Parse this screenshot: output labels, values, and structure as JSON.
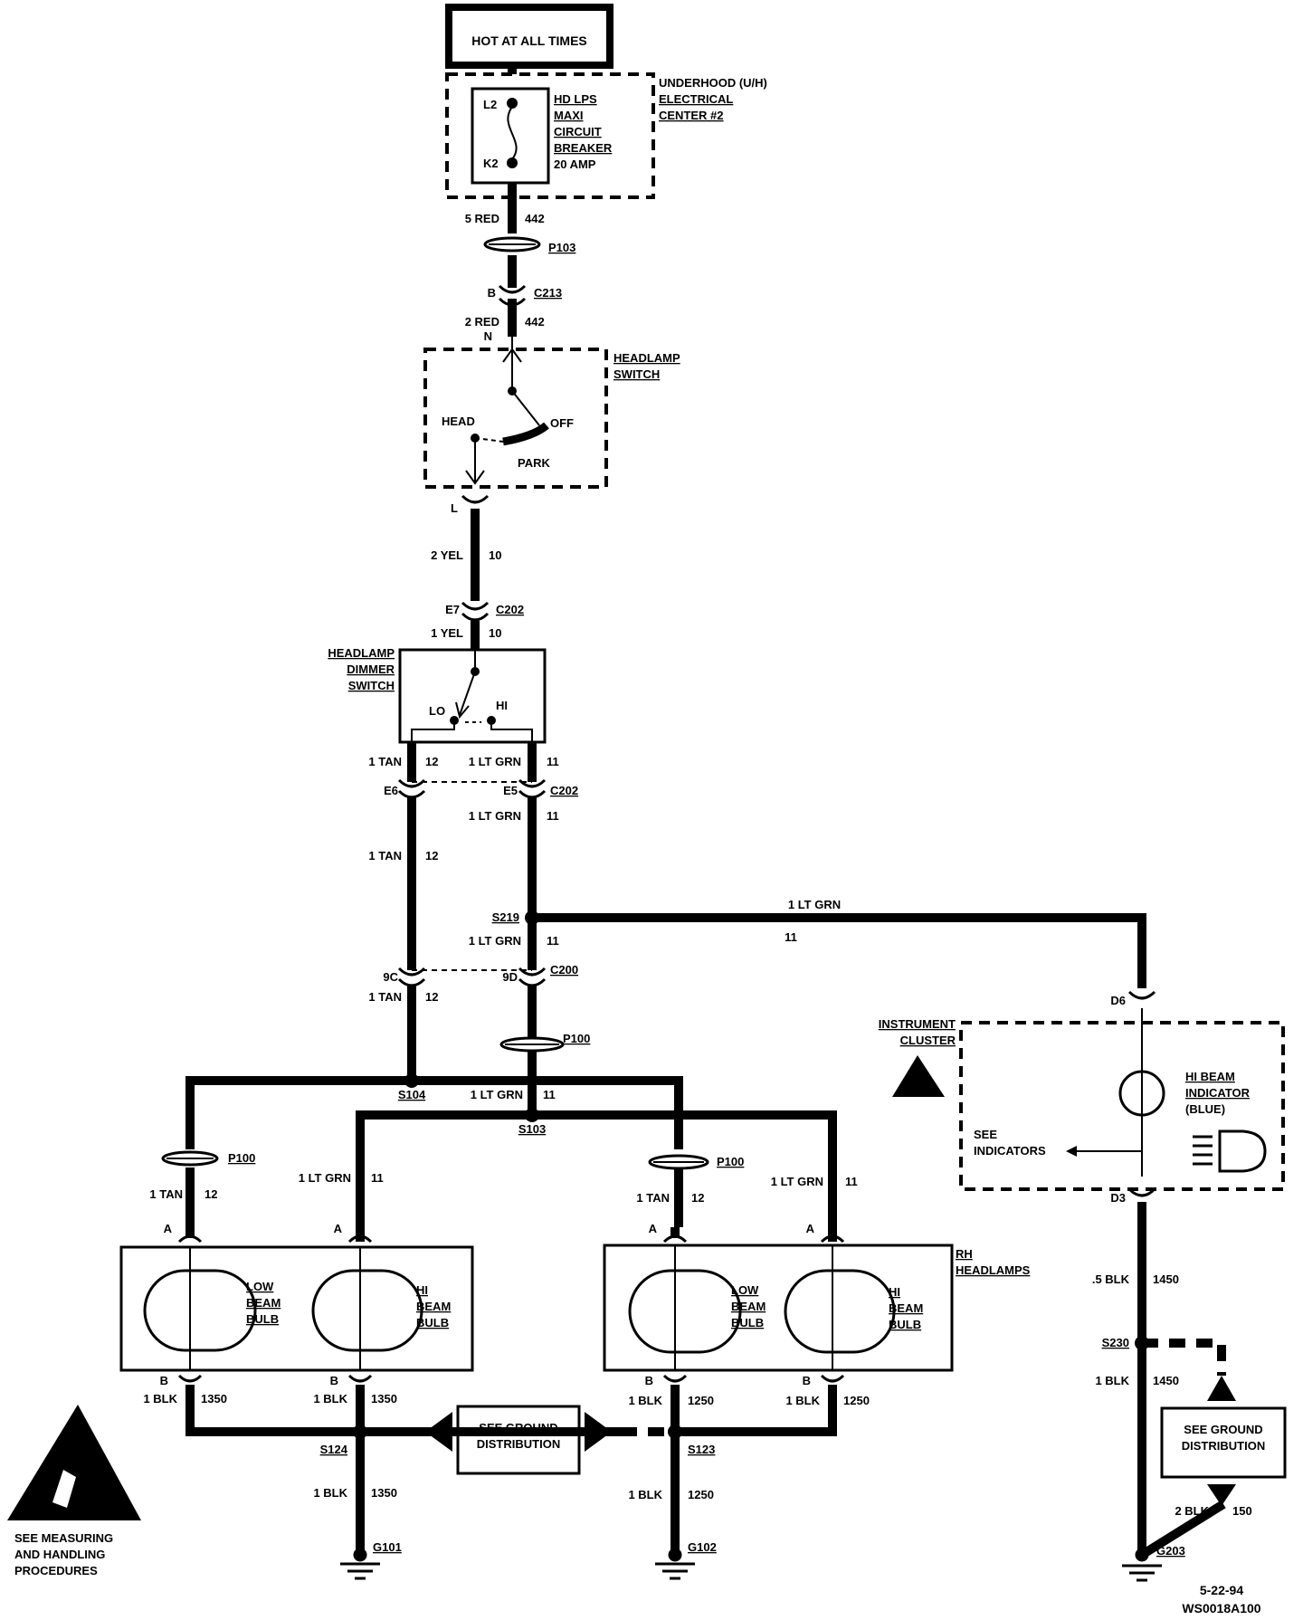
{
  "header": {
    "power_label": "HOT AT ALL TIMES"
  },
  "underhood": {
    "center_title": [
      "UNDERHOOD (U/H)",
      "ELECTRICAL",
      "CENTER #2"
    ],
    "breaker_label": [
      "HD LPS",
      "MAXI",
      "CIRCUIT",
      "BREAKER",
      "20 AMP"
    ],
    "pin_top": "L2",
    "pin_bottom": "K2"
  },
  "headlamp_switch": {
    "title": [
      "HEADLAMP",
      "SWITCH"
    ],
    "pos_head": "HEAD",
    "pos_off": "OFF",
    "pos_park": "PARK"
  },
  "dimmer_switch": {
    "title": [
      "HEADLAMP",
      "DIMMER",
      "SWITCH"
    ],
    "pos_lo": "LO",
    "pos_hi": "HI"
  },
  "instrument_cluster": {
    "title": [
      "INSTRUMENT",
      "CLUSTER"
    ],
    "indicator": [
      "HI BEAM",
      "INDICATOR",
      "(BLUE)"
    ],
    "see": [
      "SEE",
      "INDICATORS"
    ]
  },
  "lamps": {
    "low": [
      "LOW",
      "BEAM",
      "BULB"
    ],
    "hi": [
      "HI",
      "BEAM",
      "BULB"
    ],
    "rh_title": [
      "RH",
      "HEADLAMPS"
    ]
  },
  "ground_box": [
    "SEE GROUND",
    "DISTRIBUTION"
  ],
  "esd_note": [
    "SEE MEASURING",
    "AND HANDLING",
    "PROCEDURES"
  ],
  "footer": {
    "date": "5-22-94",
    "code": "WS0018A100"
  },
  "labels": [
    {
      "id": "w1a",
      "text": "5 RED"
    },
    {
      "id": "w1b",
      "text": "442"
    },
    {
      "id": "p103",
      "text": "P103"
    },
    {
      "id": "c213b",
      "text": "B"
    },
    {
      "id": "c213",
      "text": "C213"
    },
    {
      "id": "w2a",
      "text": "2 RED"
    },
    {
      "id": "w2b",
      "text": "442"
    },
    {
      "id": "pinN",
      "text": "N"
    },
    {
      "id": "pinL",
      "text": "L"
    },
    {
      "id": "w3a",
      "text": "2 YEL"
    },
    {
      "id": "w3b",
      "text": "10"
    },
    {
      "id": "e7",
      "text": "E7"
    },
    {
      "id": "c202a",
      "text": "C202"
    },
    {
      "id": "w4a",
      "text": "1 YEL"
    },
    {
      "id": "w4b",
      "text": "10"
    },
    {
      "id": "w5a",
      "text": "1 TAN"
    },
    {
      "id": "w5b",
      "text": "12"
    },
    {
      "id": "w6a",
      "text": "1 LT GRN"
    },
    {
      "id": "w6b",
      "text": "11"
    },
    {
      "id": "e6",
      "text": "E6"
    },
    {
      "id": "e5",
      "text": "E5"
    },
    {
      "id": "c202b",
      "text": "C202"
    },
    {
      "id": "w7a",
      "text": "1 LT GRN"
    },
    {
      "id": "w7b",
      "text": "11"
    },
    {
      "id": "w8a",
      "text": "1 TAN"
    },
    {
      "id": "w8b",
      "text": "12"
    },
    {
      "id": "s219",
      "text": "S219"
    },
    {
      "id": "w9a",
      "text": "1 LT GRN"
    },
    {
      "id": "w9b",
      "text": "11"
    },
    {
      "id": "w10a",
      "text": "1 LT GRN"
    },
    {
      "id": "w10b",
      "text": "11"
    },
    {
      "id": "c9c",
      "text": "9C"
    },
    {
      "id": "c9d",
      "text": "9D"
    },
    {
      "id": "c200",
      "text": "C200"
    },
    {
      "id": "w11a",
      "text": "1 TAN"
    },
    {
      "id": "w11b",
      "text": "12"
    },
    {
      "id": "d6",
      "text": "D6"
    },
    {
      "id": "p100a",
      "text": "P100"
    },
    {
      "id": "s104",
      "text": "S104"
    },
    {
      "id": "w12a",
      "text": "1 LT GRN"
    },
    {
      "id": "w12b",
      "text": "11"
    },
    {
      "id": "s103",
      "text": "S103"
    },
    {
      "id": "p100b",
      "text": "P100"
    },
    {
      "id": "w13a",
      "text": "1 TAN"
    },
    {
      "id": "w13b",
      "text": "12"
    },
    {
      "id": "w14a",
      "text": "1 LT GRN"
    },
    {
      "id": "w14b",
      "text": "11"
    },
    {
      "id": "p100c",
      "text": "P100"
    },
    {
      "id": "w15a",
      "text": "1 TAN"
    },
    {
      "id": "w15b",
      "text": "12"
    },
    {
      "id": "w16a",
      "text": "1 LT GRN"
    },
    {
      "id": "w16b",
      "text": "11"
    },
    {
      "id": "d3",
      "text": "D3"
    },
    {
      "id": "pa1",
      "text": "A"
    },
    {
      "id": "pa2",
      "text": "A"
    },
    {
      "id": "pa3",
      "text": "A"
    },
    {
      "id": "pa4",
      "text": "A"
    },
    {
      "id": "pb1",
      "text": "B"
    },
    {
      "id": "pb2",
      "text": "B"
    },
    {
      "id": "pb3",
      "text": "B"
    },
    {
      "id": "pb4",
      "text": "B"
    },
    {
      "id": "w17a",
      "text": ".5 BLK"
    },
    {
      "id": "w17b",
      "text": "1450"
    },
    {
      "id": "s230",
      "text": "S230"
    },
    {
      "id": "w18a",
      "text": "1 BLK"
    },
    {
      "id": "w18b",
      "text": "1450"
    },
    {
      "id": "w19a",
      "text": "1 BLK"
    },
    {
      "id": "w19b",
      "text": "1350"
    },
    {
      "id": "w20a",
      "text": "1 BLK"
    },
    {
      "id": "w20b",
      "text": "1350"
    },
    {
      "id": "w21a",
      "text": "1 BLK"
    },
    {
      "id": "w21b",
      "text": "1250"
    },
    {
      "id": "w22a",
      "text": "1 BLK"
    },
    {
      "id": "w22b",
      "text": "1250"
    },
    {
      "id": "s124",
      "text": "S124"
    },
    {
      "id": "s123",
      "text": "S123"
    },
    {
      "id": "w23a",
      "text": "1 BLK"
    },
    {
      "id": "w23b",
      "text": "1350"
    },
    {
      "id": "w24a",
      "text": "1 BLK"
    },
    {
      "id": "w24b",
      "text": "1250"
    },
    {
      "id": "w25a",
      "text": "2 BLK"
    },
    {
      "id": "w25b",
      "text": "150"
    },
    {
      "id": "g101",
      "text": "G101"
    },
    {
      "id": "g102",
      "text": "G102"
    },
    {
      "id": "g203",
      "text": "G203"
    }
  ]
}
